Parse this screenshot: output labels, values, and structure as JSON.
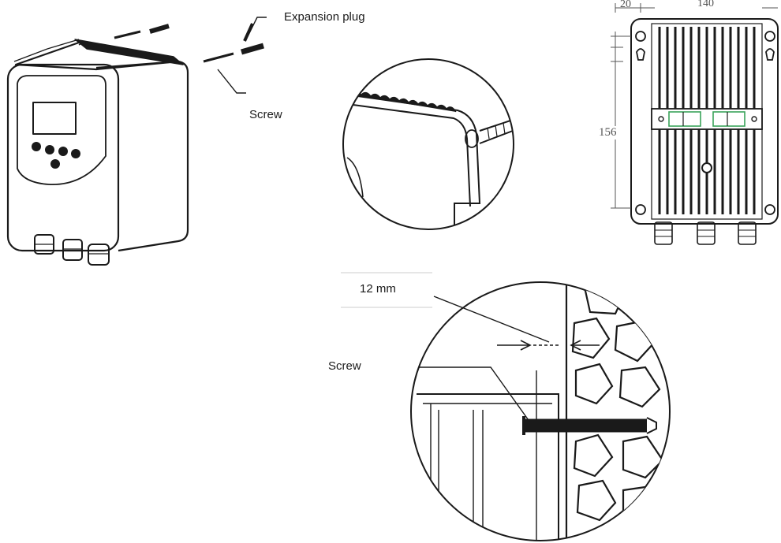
{
  "labels": {
    "expansion_plug": "Expansion plug",
    "screw_top": "Screw",
    "screw_bottom": "Screw",
    "gap": "12 mm"
  },
  "dimensions": {
    "top_left": "20",
    "top_width": "140",
    "side_height": "156"
  },
  "colors": {
    "line": "#1a1a1a",
    "dimension": "#555555",
    "accent": "#3aa35a"
  }
}
